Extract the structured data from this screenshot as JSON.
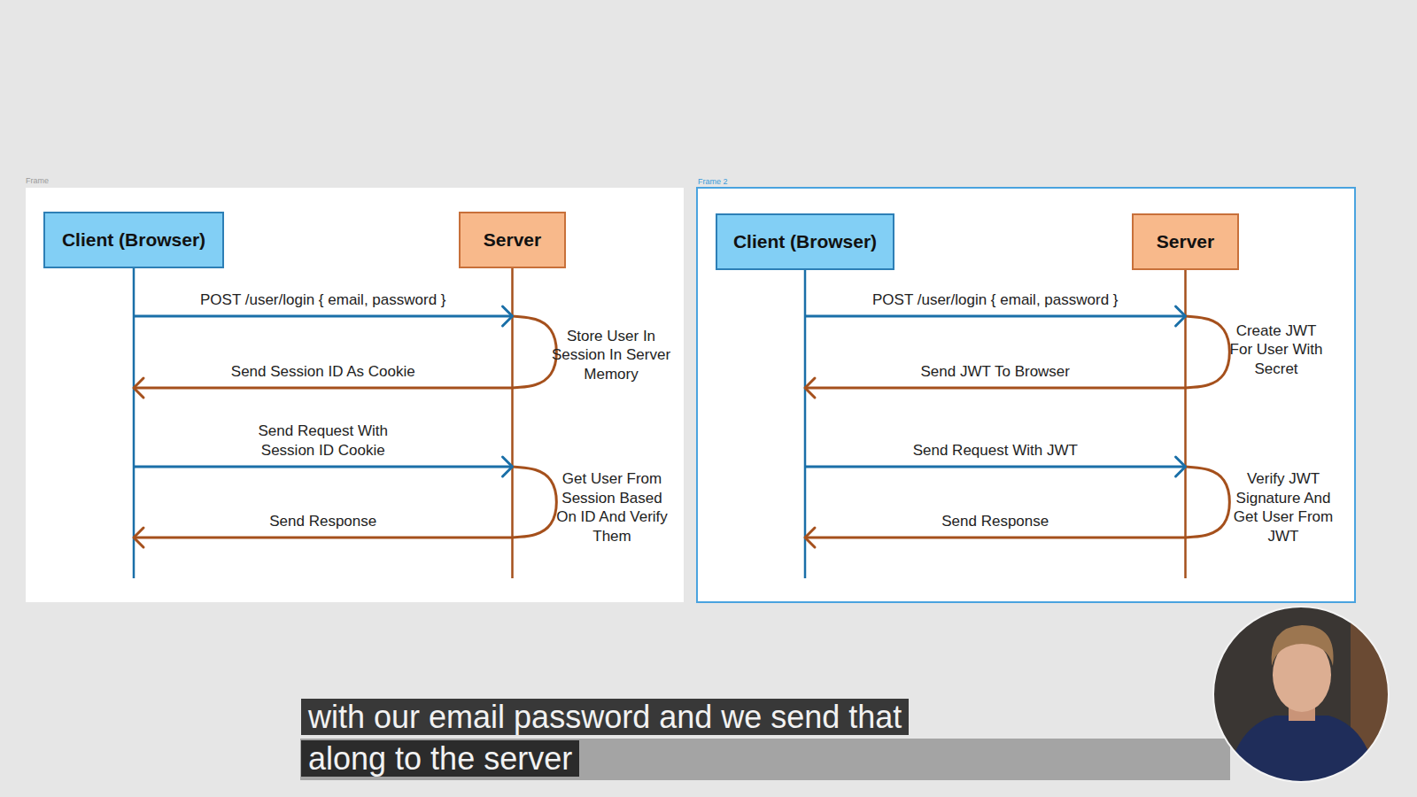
{
  "diagram": {
    "nodes": [
      {
        "text": [
          "Frame"
        ]
      },
      {
        "text": [
          "Client (Browser)"
        ],
        "in": 0
      },
      {
        "text": [
          "Server"
        ],
        "in": 0
      },
      {
        "text": [
          "Frame 2"
        ]
      },
      {
        "text": [
          "Client (Browser)"
        ],
        "in": 3
      },
      {
        "text": [
          "Server"
        ],
        "in": 3
      }
    ],
    "edges": [
      {
        "from": 1,
        "to": 2,
        "arrow": "to",
        "label": "POST /user/login { email, password }"
      },
      {
        "from": 2,
        "to": 1,
        "arrow": "to",
        "label": "Send Session ID As Cookie"
      },
      {
        "from": 1,
        "to": 2,
        "arrow": "to",
        "label": "Send Request With Session ID Cookie"
      },
      {
        "from": 2,
        "to": 1,
        "arrow": "to",
        "label": "Send Response"
      },
      {
        "from": 4,
        "to": 5,
        "arrow": "to",
        "label": "POST /user/login { email, password }"
      },
      {
        "from": 5,
        "to": 4,
        "arrow": "to",
        "label": "Send JWT To Browser"
      },
      {
        "from": 4,
        "to": 5,
        "arrow": "to",
        "label": "Send Request With JWT"
      },
      {
        "from": 5,
        "to": 4,
        "arrow": "to",
        "label": "Send Response"
      }
    ],
    "labels": [
      "Store User In Session In Server Memory",
      "Get User From Session Based On ID And Verify Them",
      "Create JWT For User With Secret",
      "Verify JWT Signature And Get User From JWT",
      "with our email password and we send that along to the server"
    ]
  }
}
